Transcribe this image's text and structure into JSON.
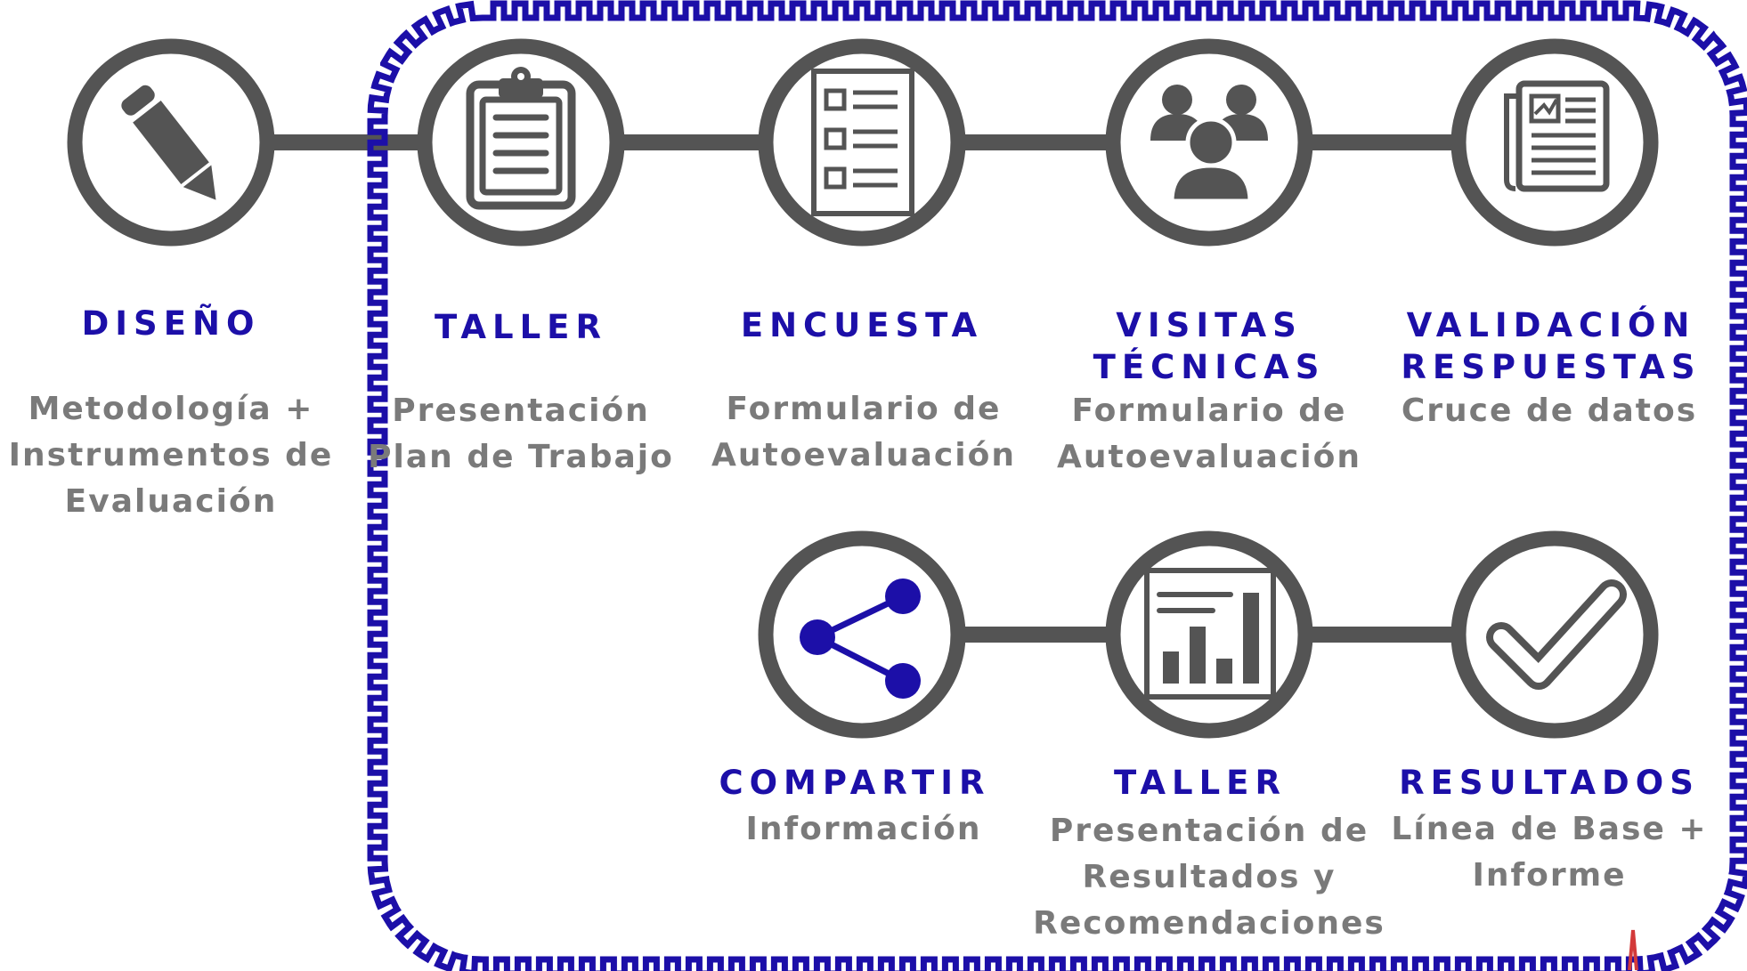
{
  "colors": {
    "circle": "#545454",
    "title": "#1c0fa8",
    "description": "#7a7a7a",
    "border": "#1c0fa8",
    "share_icon": "#1c0fa8",
    "edge_mark": "#d33a3a"
  },
  "steps": [
    {
      "icon": "pencil-icon",
      "title": "DISEÑO",
      "description": "Metodología +\nInstrumentos de\nEvaluación"
    },
    {
      "icon": "clipboard-icon",
      "title": "TALLER",
      "description": "Presentación\nPlan de Trabajo"
    },
    {
      "icon": "form-icon",
      "title": "ENCUESTA",
      "description": "Formulario de\nAutoevaluación"
    },
    {
      "icon": "people-icon",
      "title": "VISITAS\nTÉCNICAS",
      "description": "Formulario de\nAutoevaluación"
    },
    {
      "icon": "newspaper-icon",
      "title": "VALIDACIÓN\nRESPUESTAS",
      "description": "Cruce de datos"
    },
    {
      "icon": "share-icon",
      "title": "COMPARTIR",
      "description": "Información"
    },
    {
      "icon": "bar-chart-icon",
      "title": "TALLER",
      "description": "Presentación de\nResultados y\nRecomendaciones"
    },
    {
      "icon": "checkmark-icon",
      "title": "RESULTADOS",
      "description": "Línea de Base +\nInforme"
    }
  ]
}
